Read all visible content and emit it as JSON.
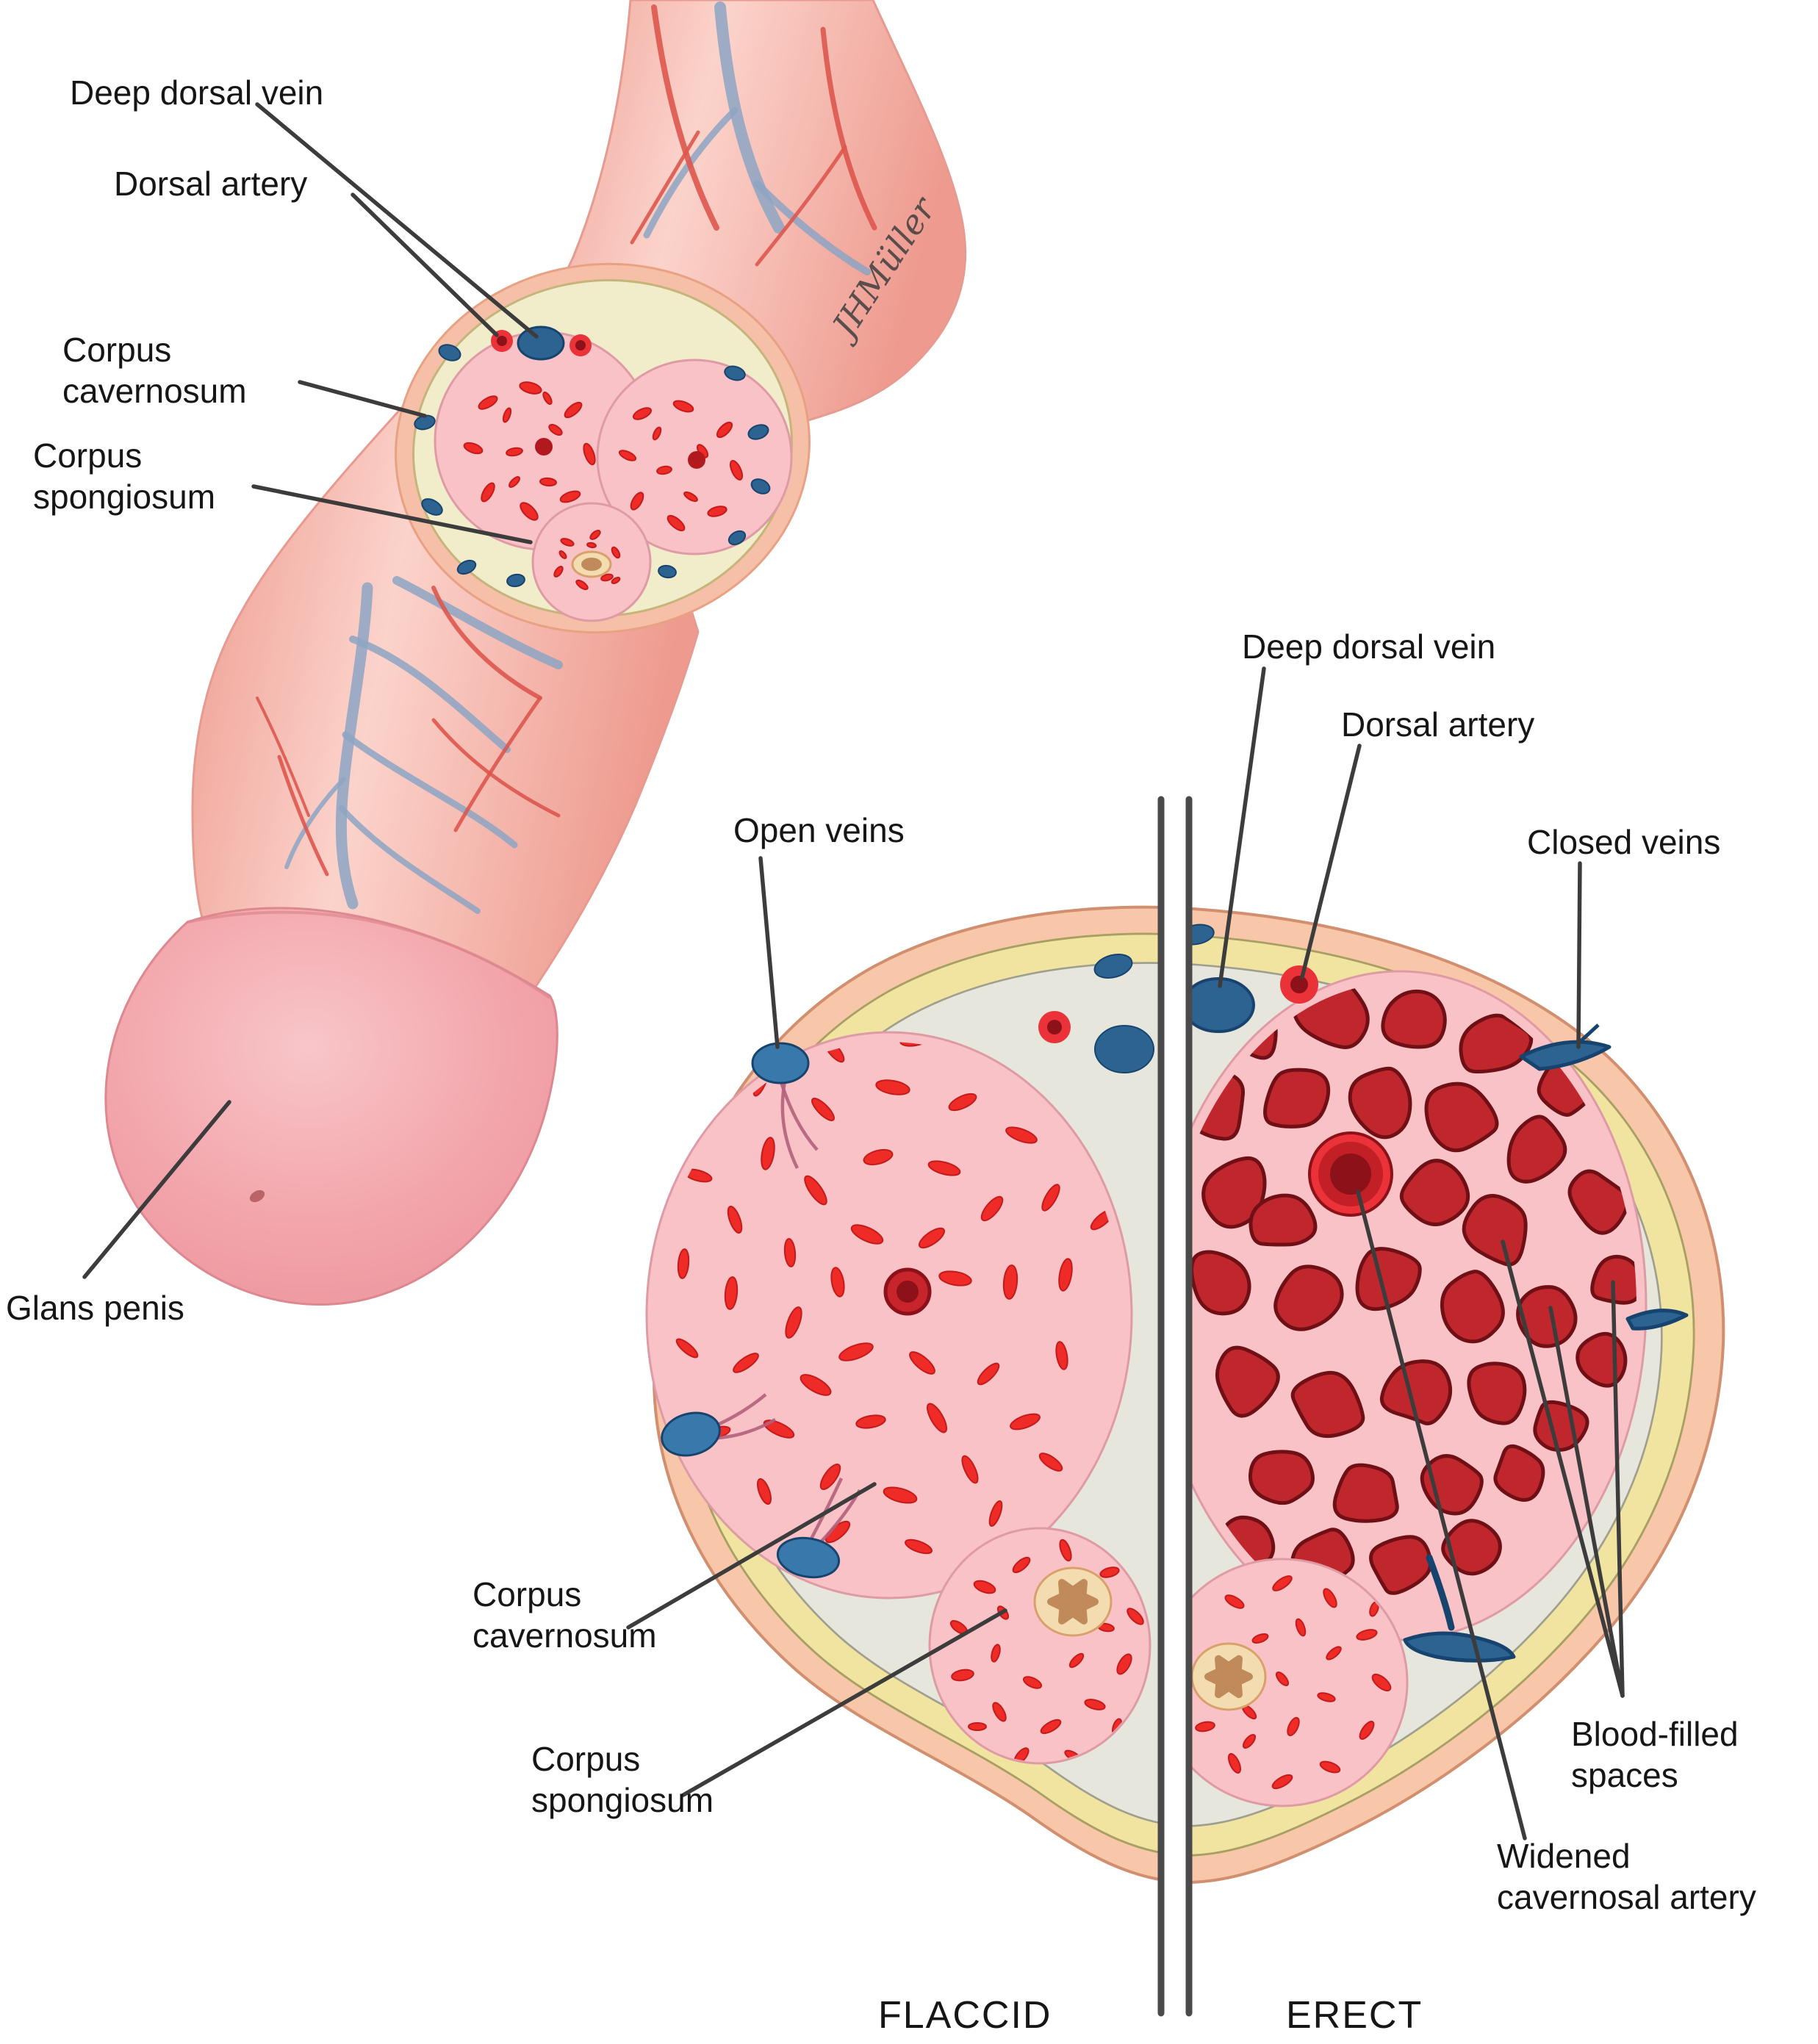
{
  "figure_type": "Anatomical diagram of penile blood supply and erection mechanism",
  "labels": {
    "top": {
      "deep_dorsal_vein": "Deep dorsal vein",
      "dorsal_artery": "Dorsal artery",
      "corpus_cavernosum": "Corpus\ncavernosum",
      "corpus_spongiosum": "Corpus\nspongiosum",
      "glans_penis": "Glans penis"
    },
    "section": {
      "open_veins": "Open veins",
      "deep_dorsal_vein": "Deep dorsal vein",
      "dorsal_artery": "Dorsal artery",
      "closed_veins": "Closed veins",
      "corpus_cavernosum": "Corpus\ncavernosum",
      "corpus_spongiosum": "Corpus\nspongiosum",
      "blood_filled_spaces": "Blood-filled\nspaces",
      "widened_cavernosal_artery": "Widened\ncavernosal artery",
      "state_flaccid": "FLACCID",
      "state_erect": "ERECT"
    }
  },
  "signature": "JHMüller",
  "colors": {
    "skin": "#f5ab9f",
    "glans": "#f2a3a9",
    "surface_vein_blue": "#8da4c3",
    "surface_artery_red": "#dd574e",
    "tunica_cream": "#f1ecca",
    "outer_skin_peach": "#f8c7a9",
    "fascia_yellow": "#f1e3a0",
    "deep_fascia_grey": "#e6e6dd",
    "erectile_tissue_pink": "#f9c2c6",
    "blood_bright_red": "#ee2b26",
    "blood_dark_red": "#c0272d",
    "artery_ring_red": "#ea3238",
    "vein_blue": "#3878aa",
    "urethra_tan": "#c08a5a",
    "leader_line": "#3c3c3c",
    "text": "#161616"
  }
}
